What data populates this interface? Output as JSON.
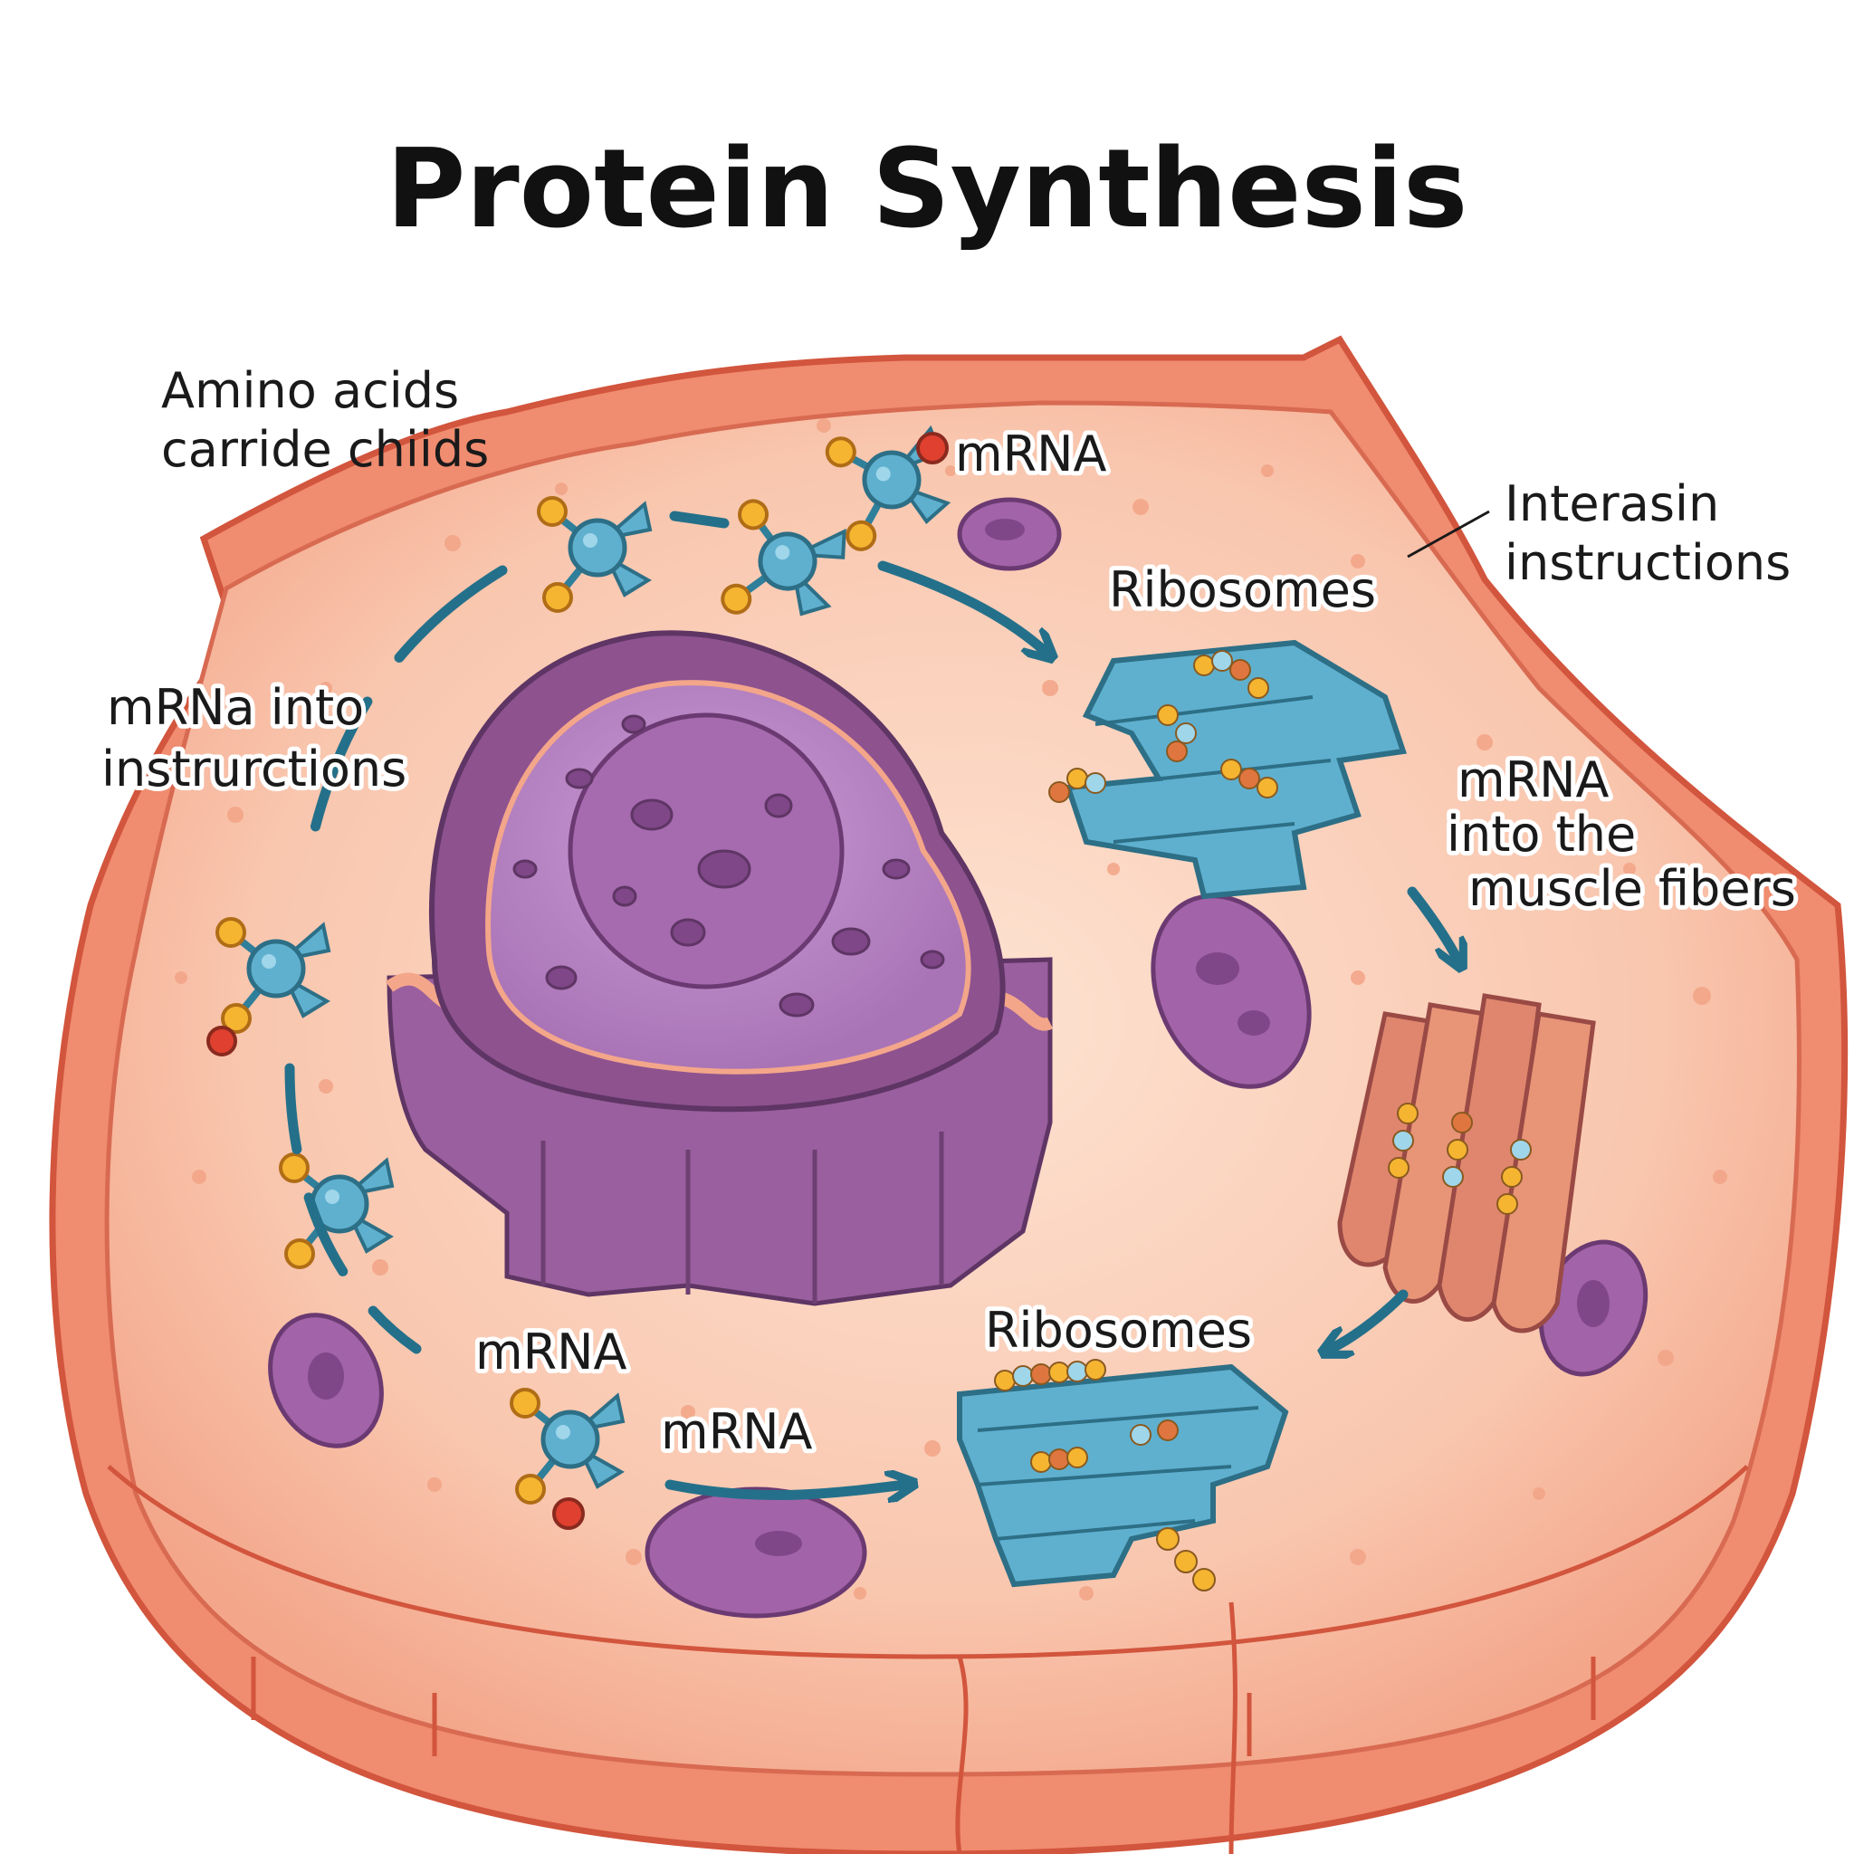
{
  "title": "Protein Synthesis",
  "labels": {
    "amino_acids_line1": "Amino acids",
    "amino_acids_line2": "carride chiids",
    "mrna_top": "mRNA",
    "interasin_line1": "Interasin",
    "interasin_line2": "instructions",
    "ribosomes_top": "Ribosomes",
    "mrna_into_line1": "mRNa into",
    "mrna_into_line2": "instrurctions",
    "mrna_muscle_line1": "mRNA",
    "mrna_muscle_line2": "into the",
    "mrna_muscle_line3": "muscle fibers",
    "mrna_bottom_1": "mRNA",
    "mrna_bottom_2": "mRNA",
    "ribosomes_bottom": "Ribosomes"
  },
  "colors": {
    "membrane": "#e0634a",
    "cytoplasm": "#f7b9a0",
    "nucleus": "#9b5fa8",
    "ribosome": "#5fb0cf",
    "arrow": "#24708a",
    "amino_yellow": "#f5b531",
    "amino_red": "#e0402f"
  }
}
